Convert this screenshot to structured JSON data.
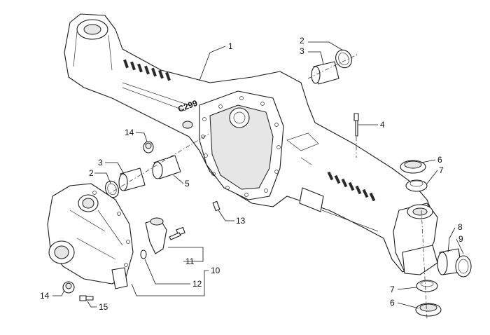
{
  "callouts": {
    "c1": "1",
    "c2a": "2",
    "c3a": "3",
    "c4": "4",
    "c5": "5",
    "c6a": "6",
    "c7a": "7",
    "c8": "8",
    "c9": "9",
    "c14a": "14",
    "c3b": "3",
    "c2b": "2",
    "c13": "13",
    "c11": "11",
    "c10": "10",
    "c12": "12",
    "c14b": "14",
    "c15": "15",
    "c7b": "7",
    "c6b": "6"
  },
  "housing_stamp": "C299",
  "colors": {
    "line": "#1a1a1a",
    "fill": "#ffffff",
    "shade": "#e6e6e6"
  }
}
